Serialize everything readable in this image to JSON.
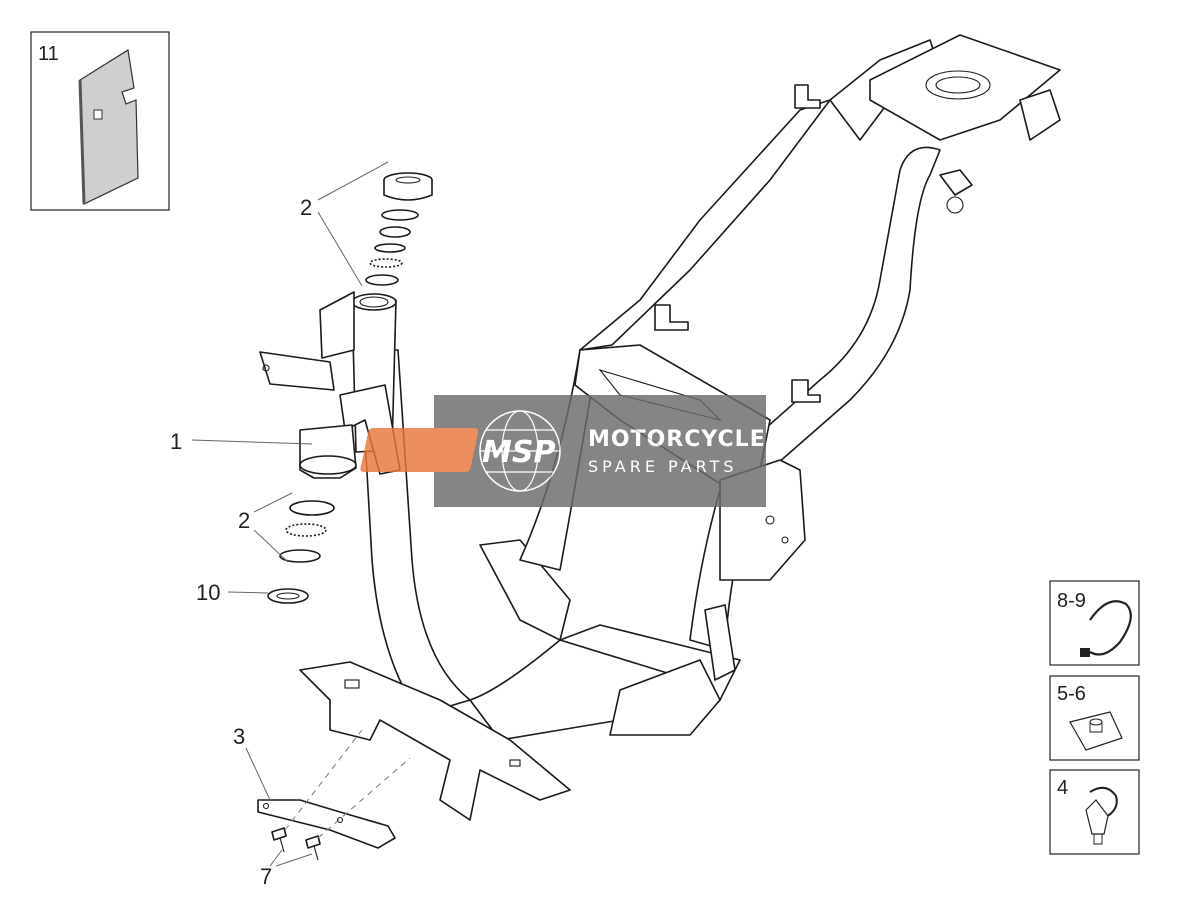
{
  "callouts": {
    "c1": "1",
    "c2a": "2",
    "c2b": "2",
    "c3": "3",
    "c7": "7",
    "c10": "10"
  },
  "boxes": {
    "b11": "11",
    "b89": "8-9",
    "b56": "5-6",
    "b4": "4"
  },
  "watermark": {
    "logo": "MSP",
    "title": "MOTORCYCLE",
    "subtitle": "SPARE PARTS",
    "bg_color": "#6b6b6b",
    "accent_color": "#e8763a"
  }
}
